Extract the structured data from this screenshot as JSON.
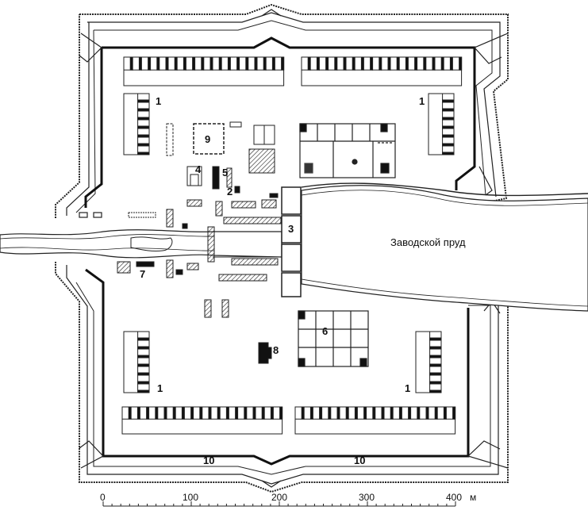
{
  "map": {
    "pond_label": "Заводской пруд",
    "labels": {
      "l1a": "1",
      "l1b": "1",
      "l1c": "1",
      "l1d": "1",
      "l2": "2",
      "l3": "3",
      "l4": "4",
      "l5": "5",
      "l6": "6",
      "l7": "7",
      "l8": "8",
      "l9": "9",
      "l10a": "10",
      "l10b": "10"
    },
    "scale": {
      "ticks": [
        "0",
        "100",
        "200",
        "300",
        "400"
      ],
      "unit": "м"
    }
  }
}
